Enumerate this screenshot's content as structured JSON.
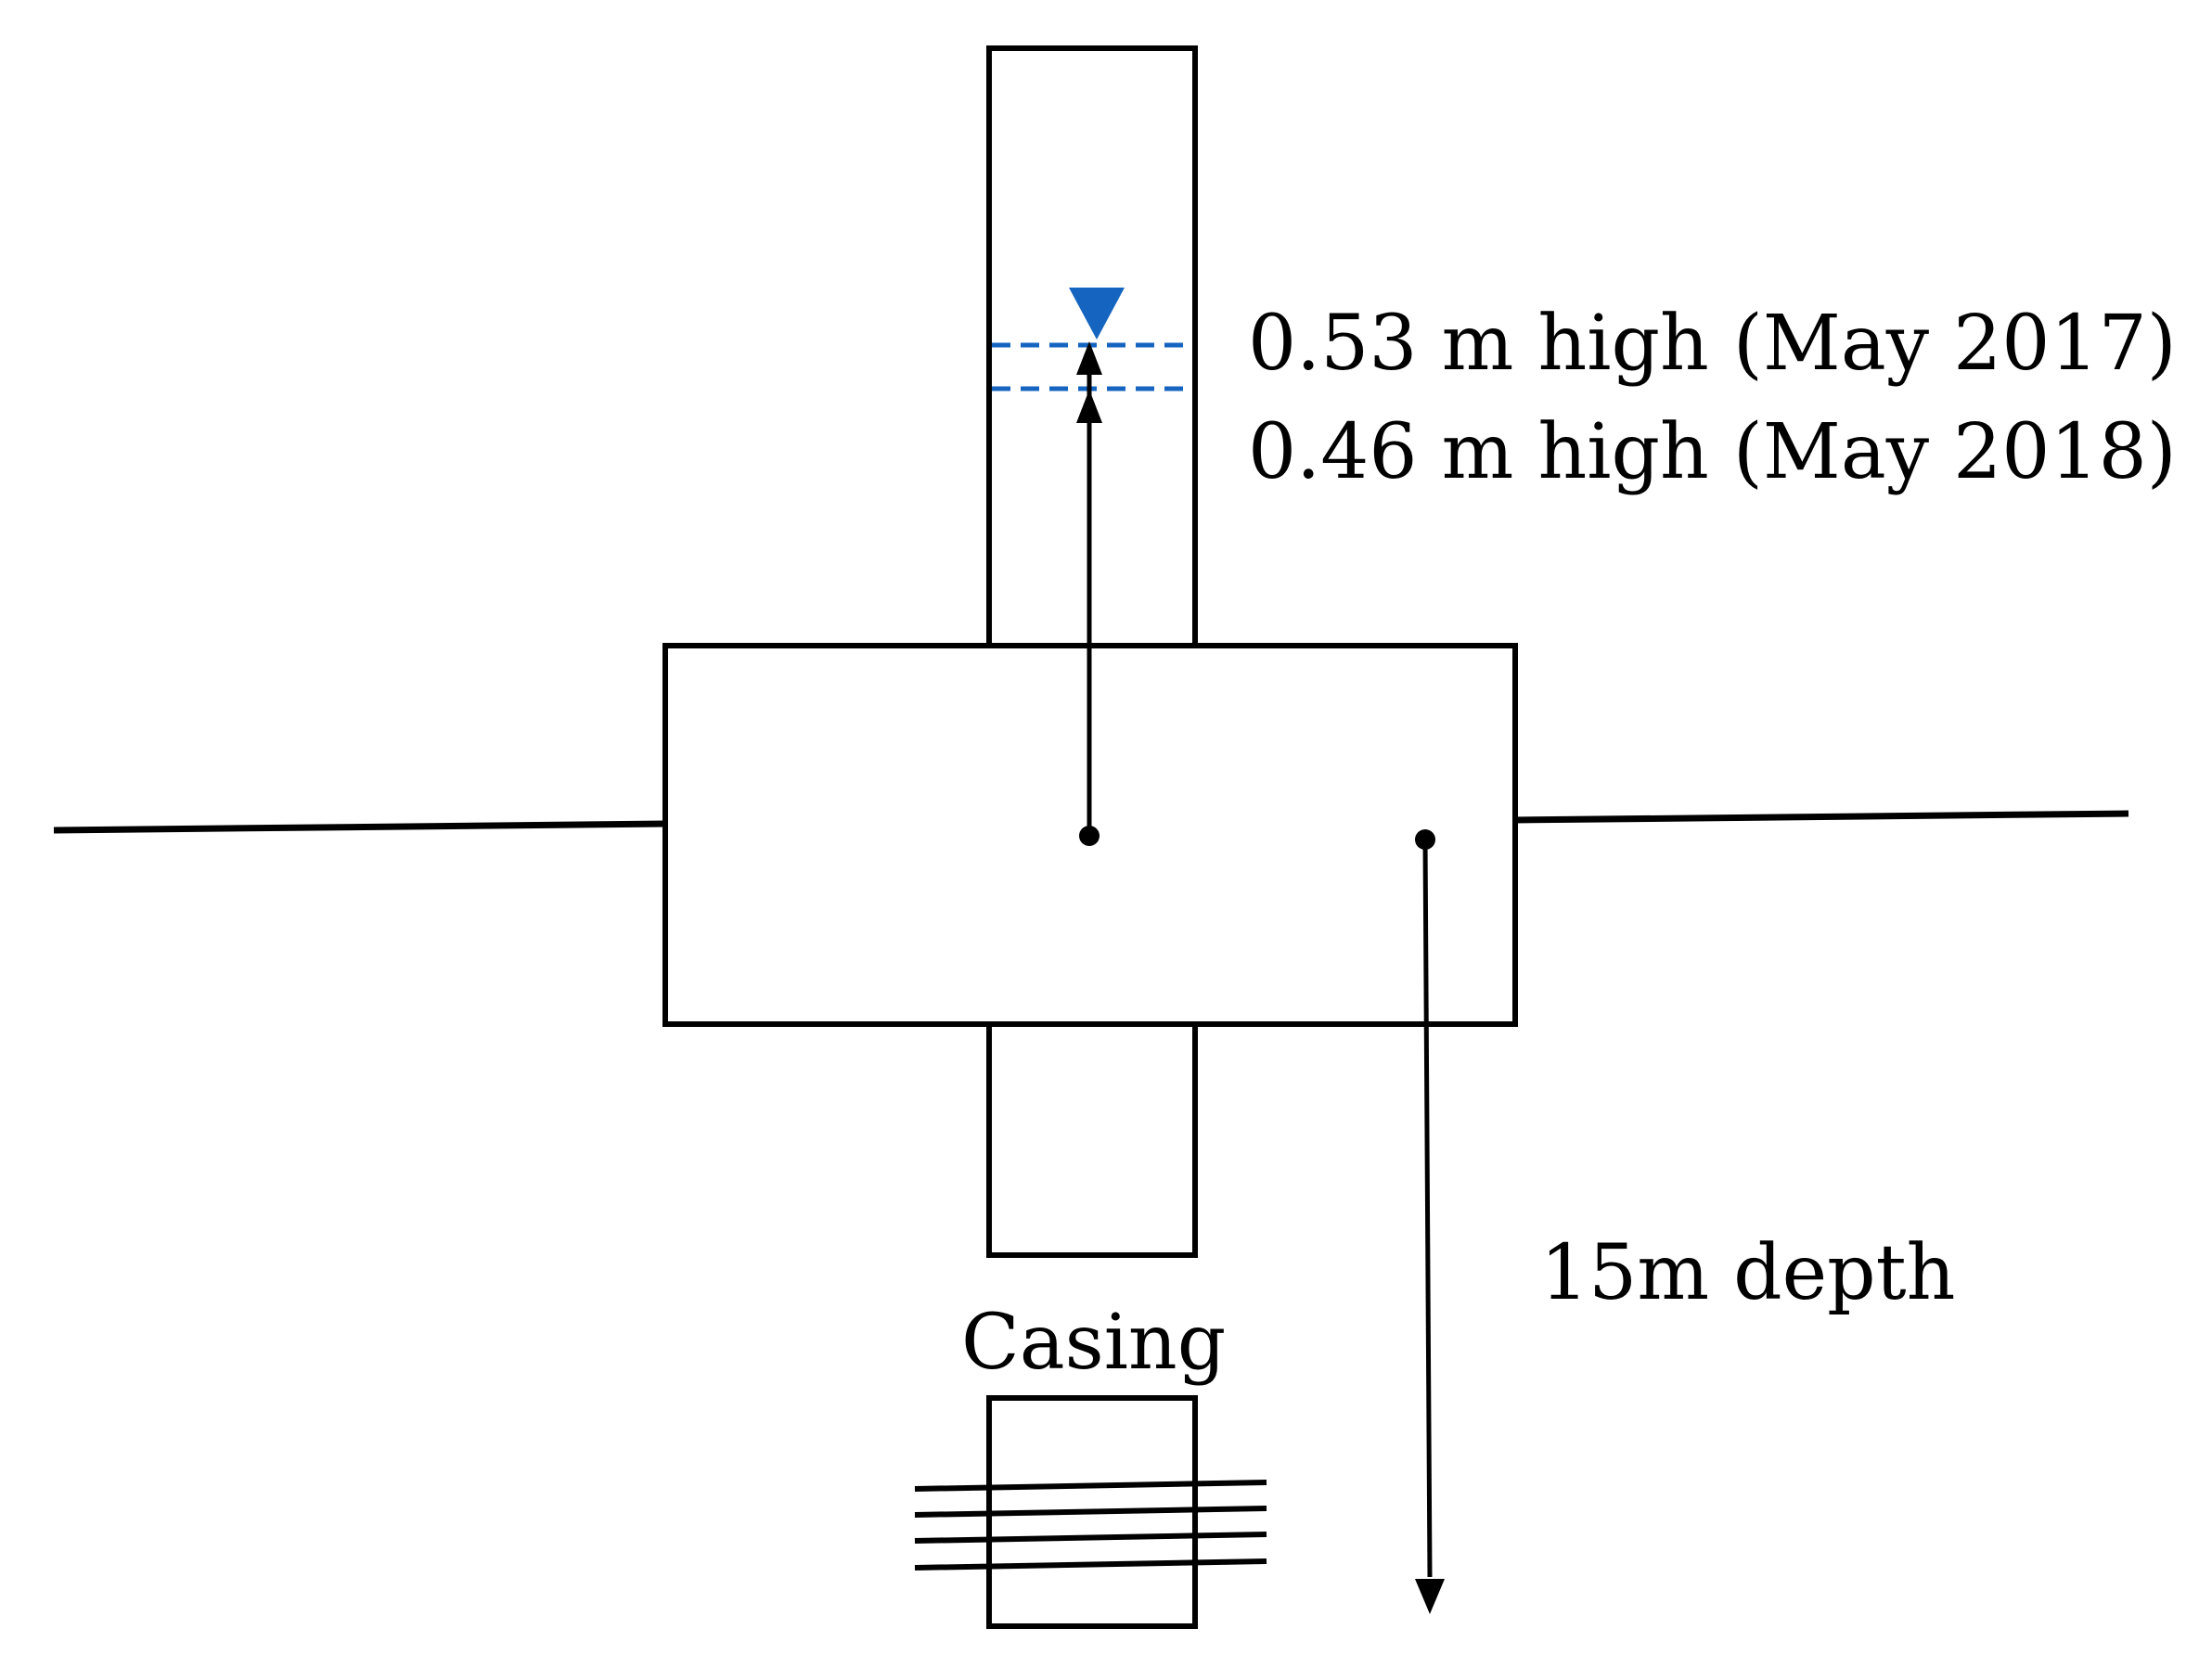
{
  "labels": {
    "level_2017": "0.53 m high (May 2017)",
    "level_2018": "0.46 m high (May 2018)",
    "depth": "15m depth",
    "casing": "Casing"
  },
  "colors": {
    "line": "#000000",
    "water_level": "#1565C0",
    "background": "#ffffff"
  },
  "icons": {
    "water_level_marker": "water-level-triangle-icon"
  }
}
